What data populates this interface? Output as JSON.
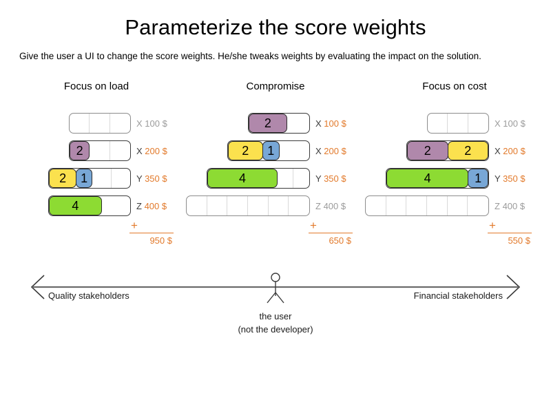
{
  "header": {
    "title": "Parameterize the score weights",
    "subtitle": "Give the user a UI to change the score weights. He/she tweaks weights by evaluating the impact on the solution."
  },
  "colors": {
    "purple": "#b088ab",
    "yellow": "#fbe14e",
    "blue": "#78a7d6",
    "green": "#8ddb33",
    "orange": "#e2792a",
    "muted": "#9b9b9b",
    "track_border": "#8c8c8c",
    "fill_border": "#2b2b2b"
  },
  "columns": [
    {
      "title": "Focus on load",
      "rows": [
        {
          "key": "X",
          "cost": "100 $",
          "muted": true,
          "capacity": 3,
          "fills": []
        },
        {
          "key": "X",
          "cost": "200 $",
          "muted": false,
          "capacity": 3,
          "fills": [
            {
              "value": "2",
              "units": 1,
              "color": "purple"
            }
          ]
        },
        {
          "key": "Y",
          "cost": "350 $",
          "muted": false,
          "capacity": 4,
          "fills": [
            {
              "value": "2",
              "units": 1.35,
              "color": "yellow"
            },
            {
              "value": "1",
              "units": 0.8,
              "color": "blue"
            }
          ]
        },
        {
          "key": "Z",
          "cost": "400 $",
          "muted": false,
          "capacity": 4,
          "fills": [
            {
              "value": "4",
              "units": 2.6,
              "color": "green"
            }
          ]
        }
      ],
      "total": {
        "plus": "+",
        "sum": "950 $"
      }
    },
    {
      "title": "Compromise",
      "rows": [
        {
          "key": "X",
          "cost": "100 $",
          "muted": false,
          "capacity": 3,
          "fills": [
            {
              "value": "2",
              "units": 1.9,
              "color": "purple"
            }
          ]
        },
        {
          "key": "X",
          "cost": "200 $",
          "muted": false,
          "capacity": 4,
          "fills": [
            {
              "value": "2",
              "units": 1.7,
              "color": "yellow"
            },
            {
              "value": "1",
              "units": 0.85,
              "color": "blue"
            }
          ]
        },
        {
          "key": "Y",
          "cost": "350 $",
          "muted": false,
          "capacity": 5,
          "fills": [
            {
              "value": "4",
              "units": 3.45,
              "color": "green"
            }
          ]
        },
        {
          "key": "Z",
          "cost": "400 $",
          "muted": true,
          "capacity": 6,
          "fills": []
        }
      ],
      "total": {
        "plus": "+",
        "sum": "650 $"
      }
    },
    {
      "title": "Focus on cost",
      "rows": [
        {
          "key": "X",
          "cost": "100 $",
          "muted": true,
          "capacity": 3,
          "fills": []
        },
        {
          "key": "X",
          "cost": "200 $",
          "muted": false,
          "capacity": 4,
          "fills": [
            {
              "value": "2",
              "units": 2,
              "color": "purple"
            },
            {
              "value": "2",
              "units": 2,
              "color": "yellow"
            }
          ]
        },
        {
          "key": "Y",
          "cost": "350 $",
          "muted": false,
          "capacity": 5,
          "fills": [
            {
              "value": "4",
              "units": 4,
              "color": "green"
            },
            {
              "value": "1",
              "units": 1,
              "color": "blue"
            }
          ]
        },
        {
          "key": "Z",
          "cost": "400 $",
          "muted": true,
          "capacity": 6,
          "fills": []
        }
      ],
      "total": {
        "plus": "+",
        "sum": "550 $"
      }
    }
  ],
  "axis": {
    "left_label": "Quality stakeholders",
    "right_label": "Financial stakeholders",
    "caption_line1": "the user",
    "caption_line2": "(not the developer)"
  }
}
